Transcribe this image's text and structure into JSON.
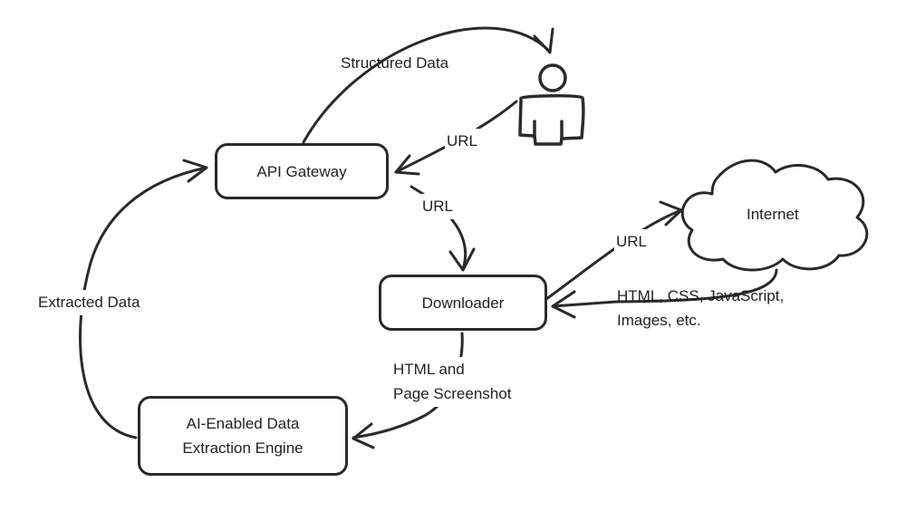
{
  "nodes": {
    "api_gateway": "API Gateway",
    "downloader": "Downloader",
    "extraction_line1": "AI-Enabled Data",
    "extraction_line2": "Extraction Engine",
    "internet": "Internet"
  },
  "edges": {
    "structured_data": "Structured Data",
    "user_url": "URL",
    "gateway_url": "URL",
    "internet_url": "URL",
    "response_line1": "HTML, CSS, JavaScript,",
    "response_line2": "Images, etc.",
    "html_line1": "HTML and",
    "html_line2": "Page Screenshot",
    "extracted_data": "Extracted Data"
  },
  "colors": {
    "stroke": "#2a2a2a",
    "text": "#222222",
    "background": "#ffffff"
  },
  "icons": {
    "user": "person-icon",
    "internet": "cloud-icon"
  }
}
